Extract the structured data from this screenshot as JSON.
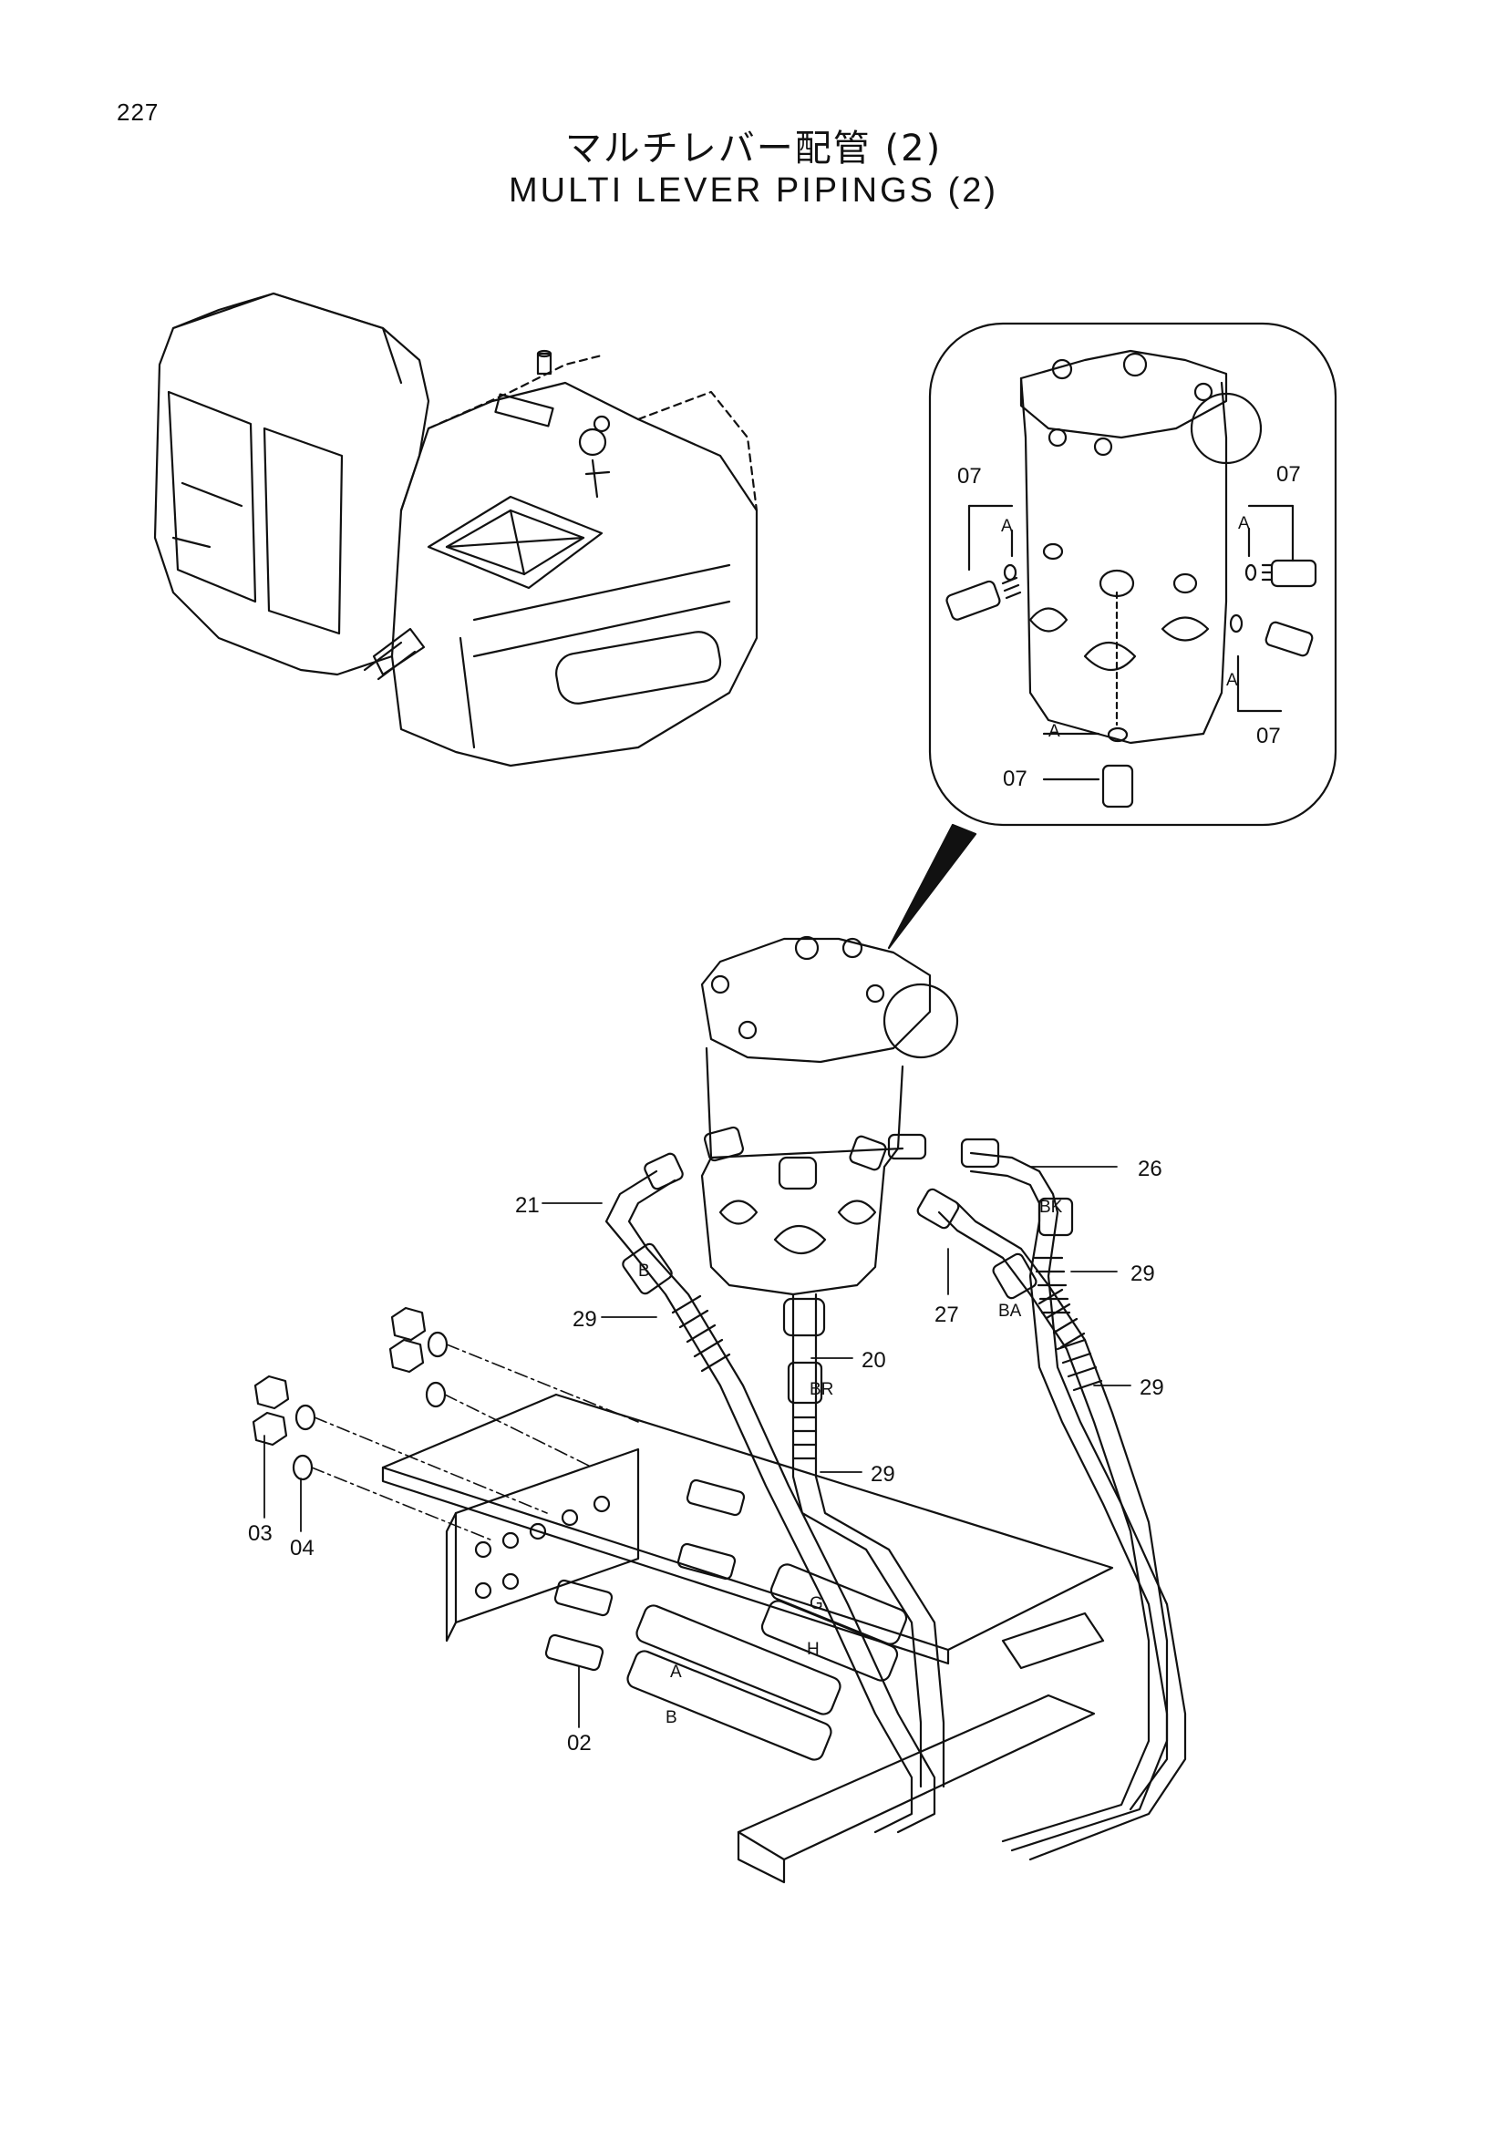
{
  "page": {
    "number": "227",
    "title_jp": "マルチレバー配管 (2)",
    "title_en": "MULTI LEVER PIPINGS (2)"
  },
  "callouts": {
    "c07a": "07",
    "c07b": "07",
    "c07c": "07",
    "c07d": "07",
    "c26": "26",
    "c21": "21",
    "c29a": "29",
    "c29b": "29",
    "c29c": "29",
    "c29d": "29",
    "c27": "27",
    "c20": "20",
    "c03": "03",
    "c04": "04",
    "c02": "02"
  },
  "port_labels": {
    "a1": "A",
    "a2": "A",
    "a3": "A",
    "a4": "A",
    "b_hose": "B",
    "bk": "BK",
    "ba": "BA",
    "br": "BR",
    "g": "G",
    "h": "H",
    "a_fit": "A",
    "b_fit": "B"
  }
}
